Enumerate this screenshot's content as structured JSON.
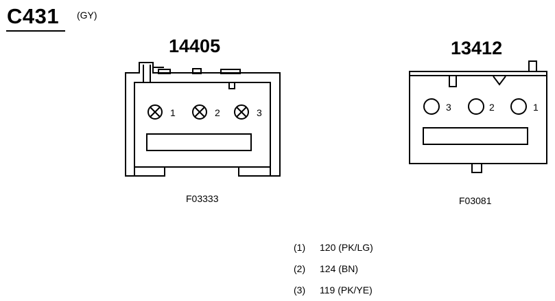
{
  "connector": {
    "title": "C431",
    "color_code": "(GY)"
  },
  "left_connector": {
    "part_number": "14405",
    "reference": "F03333",
    "pins": [
      {
        "label": "1",
        "style": "crossed-circle"
      },
      {
        "label": "2",
        "style": "crossed-circle"
      },
      {
        "label": "3",
        "style": "crossed-circle"
      }
    ]
  },
  "right_connector": {
    "part_number": "13412",
    "reference": "F03081",
    "pins": [
      {
        "label": "3",
        "style": "open-circle"
      },
      {
        "label": "2",
        "style": "open-circle"
      },
      {
        "label": "1",
        "style": "open-circle"
      }
    ]
  },
  "wires": [
    {
      "pin": "(1)",
      "desc": "120 (PK/LG)"
    },
    {
      "pin": "(2)",
      "desc": "124 (BN)"
    },
    {
      "pin": "(3)",
      "desc": "119 (PK/YE)"
    }
  ]
}
